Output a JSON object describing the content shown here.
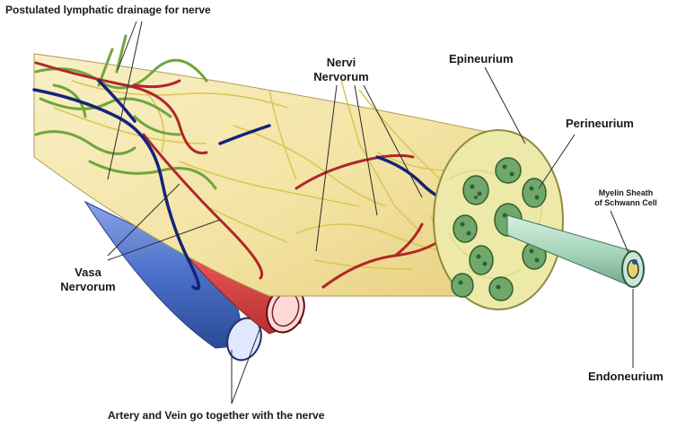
{
  "diagram": {
    "labels": {
      "lymphatic": "Postulated lymphatic drainage for nerve",
      "nervi_line1": "Nervi",
      "nervi_line2": "Nervorum",
      "epineurium": "Epineurium",
      "perineurium": "Perineurium",
      "myelin_line1": "Myelin Sheath",
      "myelin_line2": "of Schwann Cell",
      "vasa_line1": "Vasa",
      "vasa_line2": "Nervorum",
      "endoneurium": "Endoneurium",
      "artery_vein": "Artery and Vein go together with the nerve"
    },
    "colors": {
      "nerve_body": "#f3e3a2",
      "epineurium_face": "#ede9a8",
      "fascicle": "#6fa86a",
      "artery": "#e35050",
      "vein": "#4a6fc9",
      "vasa_red": "#b0262a",
      "vasa_blue": "#15237a",
      "lymphatic": "#6fa63a",
      "nervi_nervorum": "#dccd55",
      "axon_sheath": "#a8d6bd",
      "leader_line": "#2a2a2a"
    }
  }
}
